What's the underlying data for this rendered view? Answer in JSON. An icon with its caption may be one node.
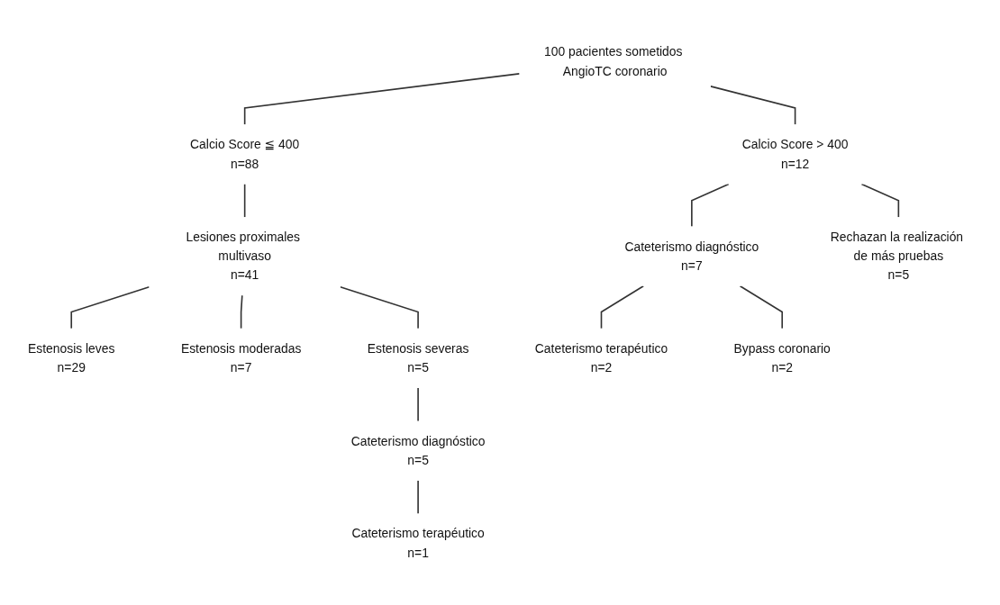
{
  "diagram": {
    "nodes": [
      {
        "text": [
          "100 pacientes sometidos AngioTC coronario"
        ]
      },
      {
        "text": [
          "Calcio Score ≦ 400",
          "n=88"
        ]
      },
      {
        "text": [
          "Lesiones proximales multivaso",
          "n=41"
        ]
      },
      {
        "text": [
          "Estenosis leves",
          "n=29"
        ]
      },
      {
        "text": [
          "Estenosis moderadas",
          "n=7"
        ]
      },
      {
        "text": [
          "Estenosis severas",
          "n=5"
        ]
      },
      {
        "text": [
          "Cateterismo diagnóstico",
          "n=5"
        ]
      },
      {
        "text": [
          "Cateterismo terapéutico",
          "n=1"
        ]
      },
      {
        "text": [
          "Calcio Score > 400",
          "n=12"
        ]
      },
      {
        "text": [
          "Cateterismo diagnóstico",
          "n=7"
        ]
      },
      {
        "text": [
          "Rechazan la realización de más pruebas",
          "n=5"
        ]
      },
      {
        "text": [
          "Cateterismo terapéutico",
          "n=2"
        ]
      },
      {
        "text": [
          "Bypass coronario",
          "n=2"
        ]
      }
    ],
    "edges": [
      {
        "from": 0,
        "to": 1,
        "arrow": "none"
      },
      {
        "from": 0,
        "to": 8,
        "arrow": "none"
      },
      {
        "from": 1,
        "to": 2,
        "arrow": "none"
      },
      {
        "from": 2,
        "to": 3,
        "arrow": "none"
      },
      {
        "from": 2,
        "to": 4,
        "arrow": "none"
      },
      {
        "from": 2,
        "to": 5,
        "arrow": "none"
      },
      {
        "from": 5,
        "to": 6,
        "arrow": "none"
      },
      {
        "from": 6,
        "to": 7,
        "arrow": "none"
      },
      {
        "from": 8,
        "to": 9,
        "arrow": "none"
      },
      {
        "from": 8,
        "to": 10,
        "arrow": "none"
      },
      {
        "from": 9,
        "to": 11,
        "arrow": "none"
      },
      {
        "from": 9,
        "to": 12,
        "arrow": "none"
      }
    ]
  }
}
